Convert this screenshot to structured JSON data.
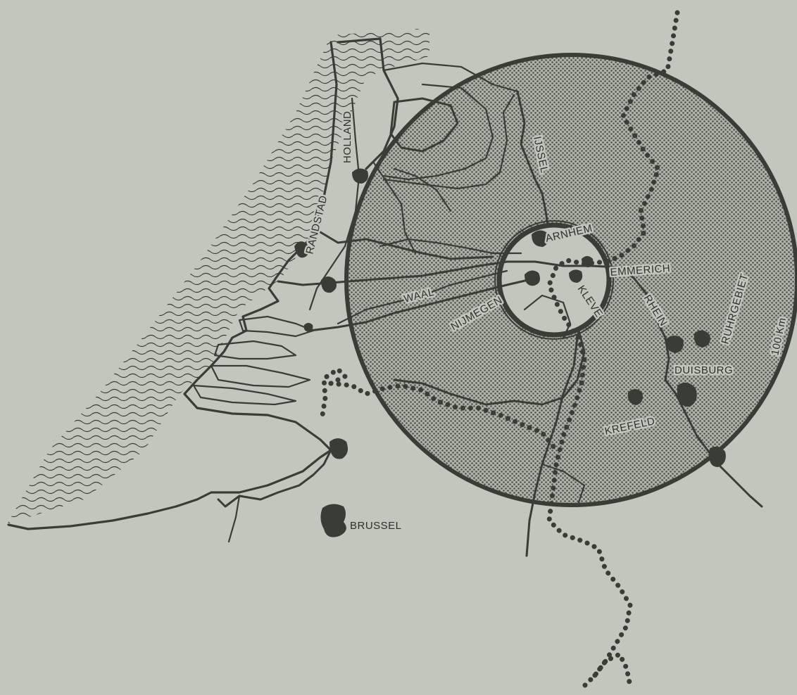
{
  "map": {
    "labels": {
      "randstad": "RANDSTAD",
      "holland": "HOLLAND",
      "ijssel": "IJSSEL",
      "waal": "WAAL",
      "arnhem": "ARNHEM",
      "emmerich": "EMMERICH",
      "nijmegen": "NIJMEGEN",
      "kleve": "KLEVE",
      "rhein": "RHEIN",
      "ruhrgebiet": "RUHRGEBIET",
      "radius": "100 Km",
      "duisburg": "DUISBURG",
      "krefeld": "KREFELD",
      "brussel": "BRUSSEL"
    },
    "colors": {
      "background": "#c2c6bd",
      "ink": "#3a3d36",
      "region_fill": "#aeb1a8"
    },
    "icons": [
      "city-marker-icon",
      "sea-waves-pattern",
      "dotted-border-line",
      "stipple-radius-pattern"
    ]
  }
}
